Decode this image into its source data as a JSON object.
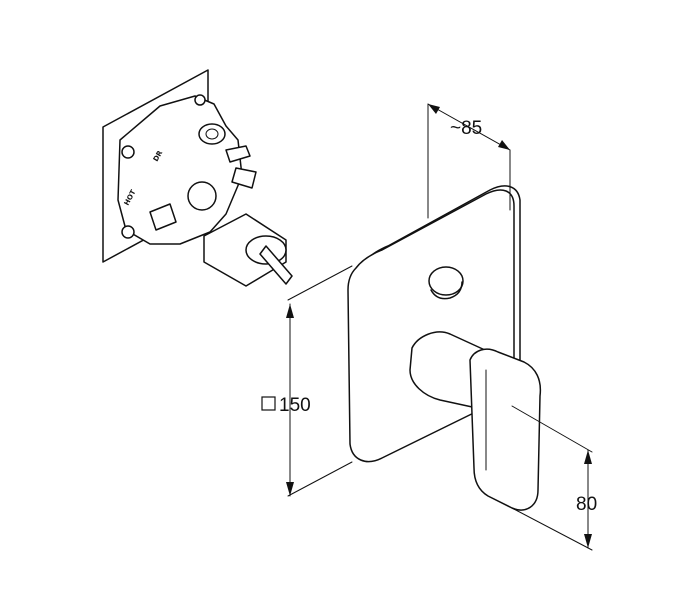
{
  "dimensions": {
    "depth": "~85",
    "plate_size": "150",
    "plate_size_symbol": "□",
    "lever_height": "80"
  },
  "valve_markings": {
    "top": "DR",
    "side": "HOT"
  }
}
